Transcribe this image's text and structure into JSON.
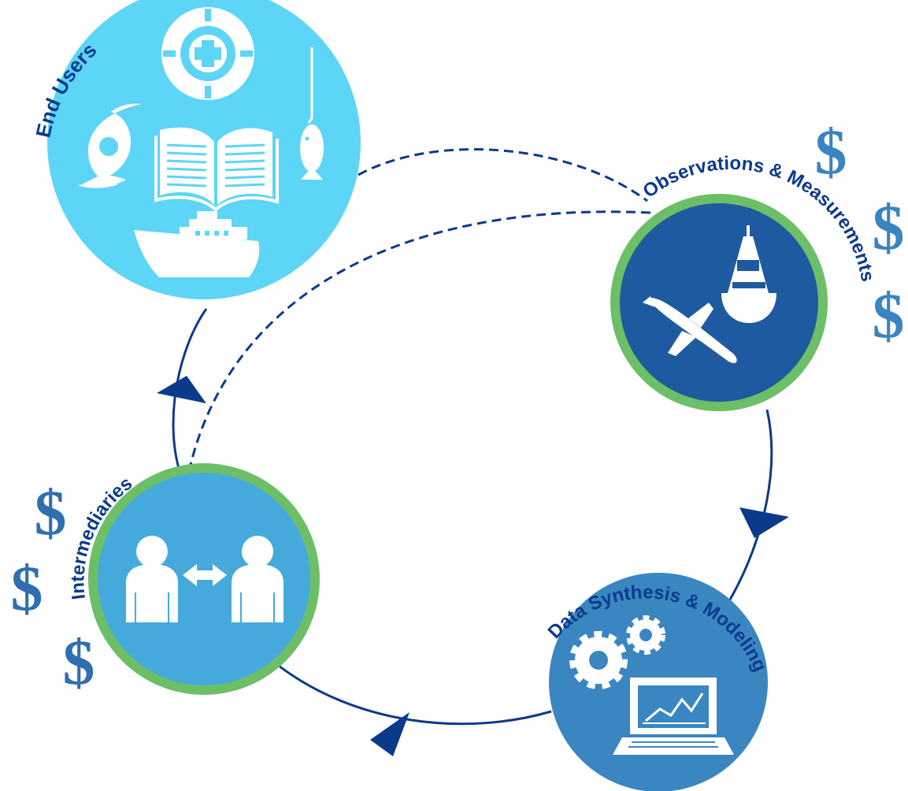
{
  "diagram": {
    "nodes": {
      "end_users": {
        "label": "End Users",
        "fill": "#5dd5f6"
      },
      "observations": {
        "label": "Observations & Measurements",
        "fill": "#1e5aa0",
        "ring": "#6dbf67"
      },
      "synthesis": {
        "label": "Data Synthesis & Modeling",
        "fill": "#3a86c1"
      },
      "intermediaries": {
        "label": "Intermediaries",
        "fill": "#45aadb",
        "ring": "#6dbf67"
      }
    },
    "currency_symbol": "$",
    "colors": {
      "flow_line": "#0b3a8c",
      "dollar_right": "#3a84c0",
      "dollar_left": "#2f6fb1",
      "icon": "#ffffff"
    },
    "icons": {
      "end_users": [
        "lifebuoy-icon",
        "hurricane-icon",
        "open-book-icon",
        "fish-icon",
        "ship-icon"
      ],
      "observations": [
        "buoy-icon",
        "glider-icon"
      ],
      "synthesis": [
        "gears-icon",
        "laptop-chart-icon"
      ],
      "intermediaries": [
        "two-people-exchange-icon"
      ]
    }
  }
}
